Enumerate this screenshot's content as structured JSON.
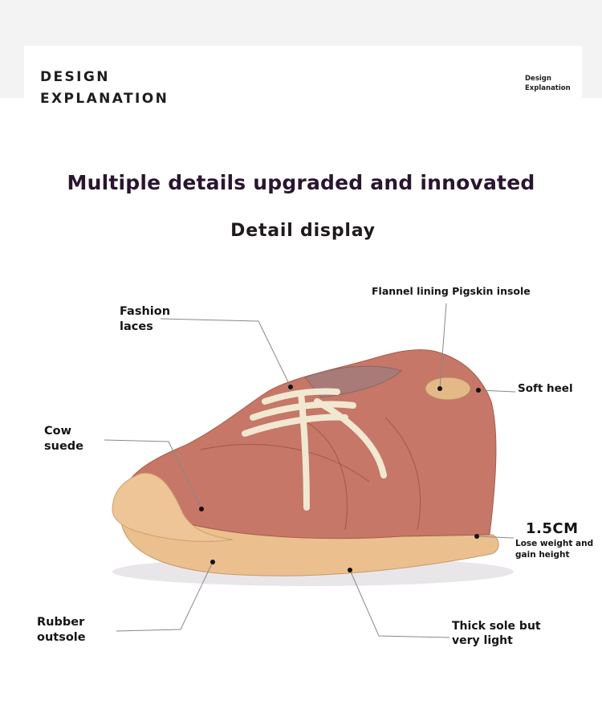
{
  "header": {
    "title": "DESIGN\nEXPLANATION",
    "small_title": "Design\nExplanation"
  },
  "main": {
    "headline": "Multiple details upgraded and innovated",
    "subheadline": "Detail display"
  },
  "callouts": {
    "fashion_laces": "Fashion\nlaces",
    "cow_suede": "Cow\nsuede",
    "lining_insole": "Flannel lining Pigskin insole",
    "soft_heel": "Soft heel",
    "sole_height": "1.5CM",
    "sole_height_note": "Lose weight and\ngain height",
    "rubber_outsole": "Rubber\noutsole",
    "thick_sole": "Thick sole but\nvery light"
  },
  "colors": {
    "suede": "#c8786a",
    "sole": "#ecc08c",
    "laces": "#f3ead6",
    "headline": "#2a1530"
  }
}
